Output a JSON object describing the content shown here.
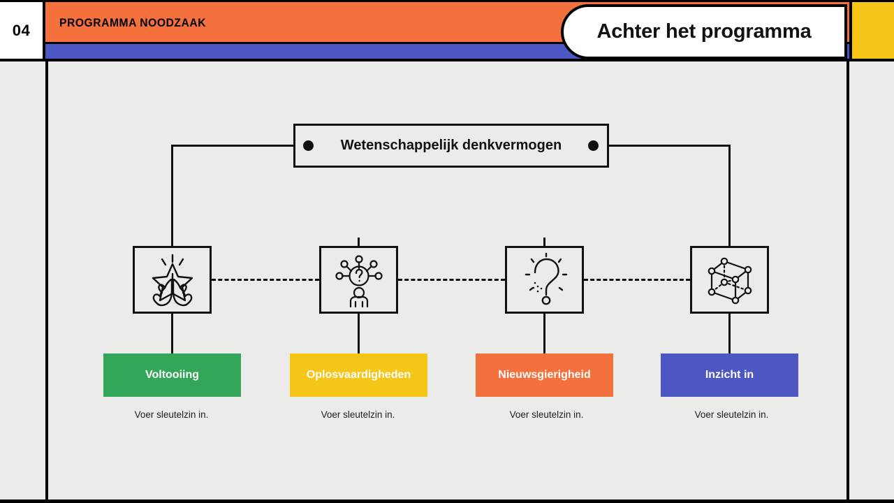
{
  "slide": {
    "number": "04",
    "section_label": "PROGRAMMA NOODZAAK",
    "title": "Achter het programma",
    "background": "#ebebe9"
  },
  "colors": {
    "orange": "#f4703c",
    "blue": "#4d57c4",
    "yellow": "#f5c518",
    "green": "#34a65a",
    "line": "#111111",
    "white": "#ffffff"
  },
  "diagram": {
    "root": {
      "label": "Wetenschappelijk denkvermogen",
      "left_dot": "connector-dot",
      "right_dot": "connector-dot"
    },
    "branches": [
      {
        "icon": "hands-holding-star-icon",
        "label": "Voltooiing",
        "color": "#34a65a",
        "caption": "Voer sleutelzin in."
      },
      {
        "icon": "person-question-network-icon",
        "label": "Oplosvaardigheden",
        "color": "#f5c518",
        "caption": "Voer sleutelzin in."
      },
      {
        "icon": "shining-question-mark-icon",
        "label": "Nieuwsgierigheid",
        "color": "#f4703c",
        "caption": "Voer sleutelzin in."
      },
      {
        "icon": "cube-lattice-icon",
        "label": "Inzicht in",
        "color": "#4d57c4",
        "caption": "Voer sleutelzin in."
      }
    ]
  }
}
